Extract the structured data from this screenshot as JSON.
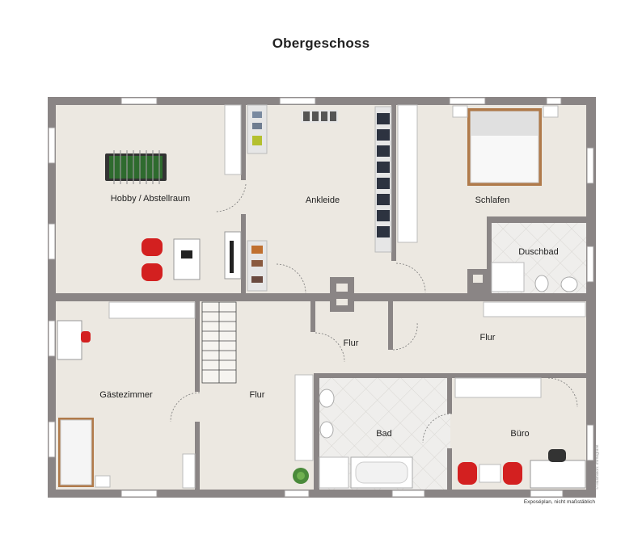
{
  "title": "Obergeschoss",
  "rooms": {
    "hobby": "Hobby / Abstellraum",
    "ankleide": "Ankleide",
    "schlafen": "Schlafen",
    "duschbad": "Duschbad",
    "flur_center": "Flur",
    "flur_right": "Flur",
    "flur_left": "Flur",
    "gaestezimmer": "Gästezimmer",
    "bad": "Bad",
    "buero": "Büro"
  },
  "footnote": "Exposéplan, nicht maßstäblich",
  "credit": "© Illustration: Immografik",
  "colors": {
    "wall": "#8a8585",
    "floor": "#ece8e1",
    "tile": "#efeeec",
    "chair_red": "#d32020",
    "bed_frame": "#b07a4a",
    "foosball_green": "#2e6b2e"
  }
}
